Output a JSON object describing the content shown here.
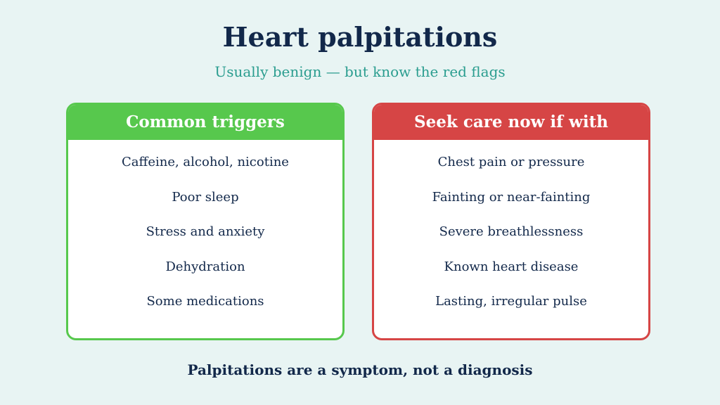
{
  "title": "Heart palpitations",
  "subtitle": "Usually benign — but know the red flags",
  "triggers": {
    "heading": "Common triggers",
    "items": [
      "Caffeine, alcohol, nicotine",
      "Poor sleep",
      "Stress and anxiety",
      "Dehydration",
      "Some medications"
    ]
  },
  "red_flags": {
    "heading": "Seek care now if with",
    "items": [
      "Chest pain or pressure",
      "Fainting or near-fainting",
      "Severe breathlessness",
      "Known heart disease",
      "Lasting, irregular pulse"
    ]
  },
  "footer": "Palpitations are a symptom, not a diagnosis",
  "colors": {
    "background": "#e8f4f3",
    "title": "#12284a",
    "subtitle": "#2a9d8f",
    "green": "#57c84d",
    "red": "#d64545"
  }
}
